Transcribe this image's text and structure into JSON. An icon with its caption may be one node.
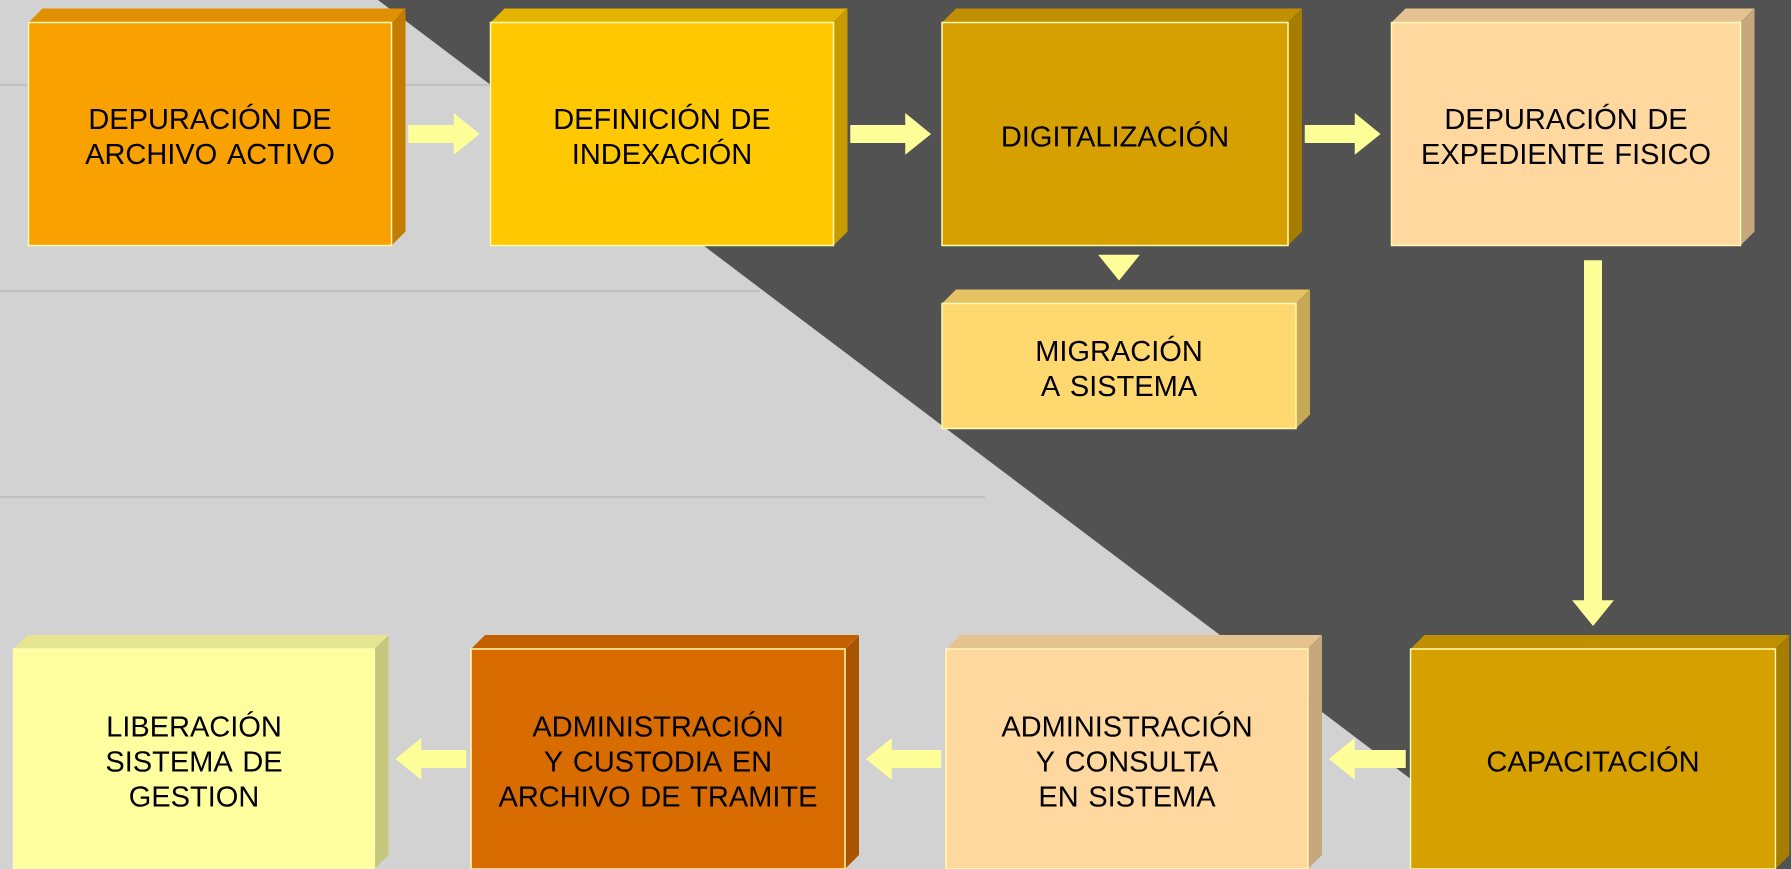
{
  "diagram": {
    "nodes": [
      {
        "text": [
          "DEPURACIÓN DE ARCHIVO ACTIVO"
        ]
      },
      {
        "text": [
          "DEFINICIÓN DE INDEXACIÓN"
        ]
      },
      {
        "text": [
          "DIGITALIZACIÓN"
        ]
      },
      {
        "text": [
          "DEPURACIÓN DE EXPEDIENTE FISICO"
        ]
      },
      {
        "text": [
          "MIGRACIÓN A SISTEMA"
        ]
      },
      {
        "text": [
          "CAPACITACIÓN"
        ]
      },
      {
        "text": [
          "ADMINISTRACIÓN Y CONSULTA EN SISTEMA"
        ]
      },
      {
        "text": [
          "ADMINISTRACIÓN Y CUSTODIA EN ARCHIVO DE TRAMITE"
        ]
      },
      {
        "text": [
          "LIBERACIÓN SISTEMA DE GESTION"
        ]
      }
    ],
    "edges": [
      {
        "from": 0,
        "to": 1,
        "arrow": "to"
      },
      {
        "from": 1,
        "to": 2,
        "arrow": "to"
      },
      {
        "from": 2,
        "to": 3,
        "arrow": "to"
      },
      {
        "from": 2,
        "to": 4,
        "arrow": "to"
      },
      {
        "from": 3,
        "to": 5,
        "arrow": "to"
      },
      {
        "from": 5,
        "to": 6,
        "arrow": "to"
      },
      {
        "from": 6,
        "to": 7,
        "arrow": "to"
      },
      {
        "from": 7,
        "to": 8,
        "arrow": "to"
      }
    ]
  }
}
